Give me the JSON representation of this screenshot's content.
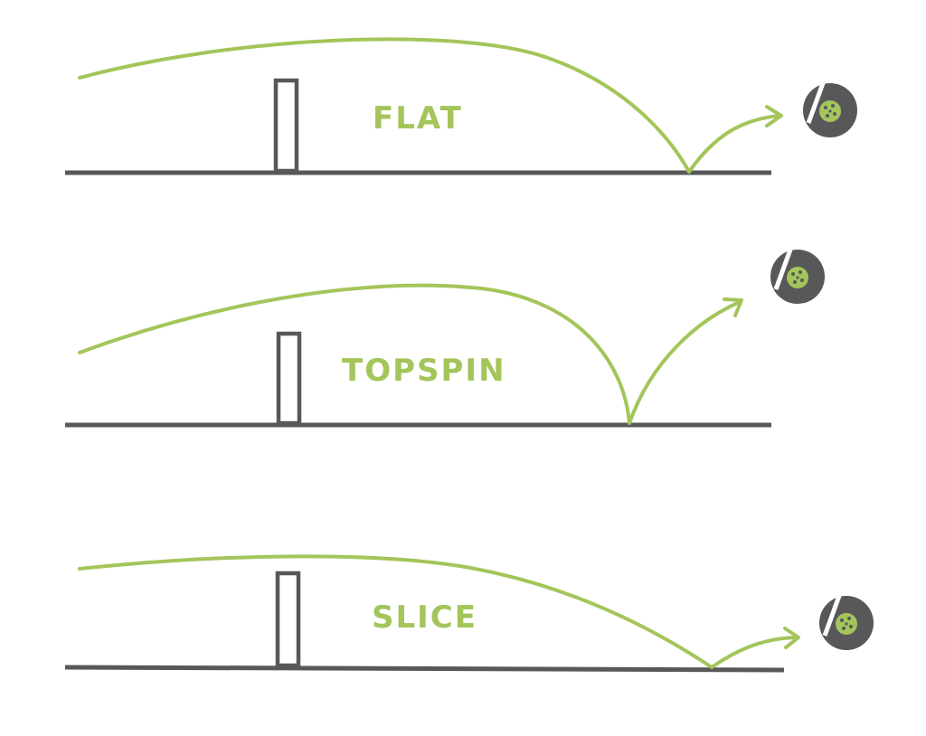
{
  "colors": {
    "accent": "#a3c55a",
    "court": "#58585a",
    "paddle_slash": "#ffffff",
    "ball_holes": "#58585a"
  },
  "shots": [
    {
      "id": "flat",
      "label": "FLAT"
    },
    {
      "id": "topspin",
      "label": "TOPSPIN"
    },
    {
      "id": "slice",
      "label": "SLICE"
    }
  ],
  "icons": {
    "paddle": "paddle-with-ball-icon",
    "net": "net-post",
    "arrow": "bounce-arrow"
  }
}
